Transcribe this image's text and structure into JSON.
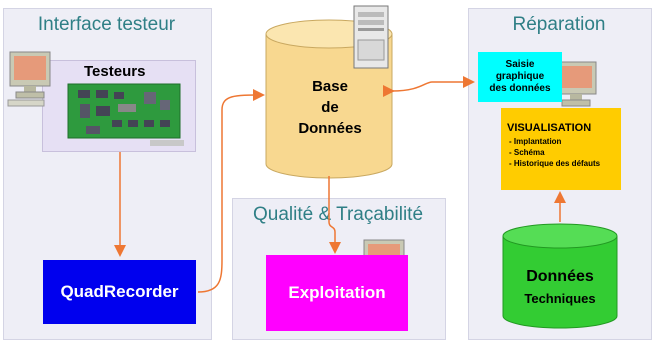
{
  "panels": {
    "left_title": "Interface testeur",
    "middle_title": "Qualité & Traçabilité",
    "right_title": "Réparation"
  },
  "testeurs": {
    "label": "Testeurs"
  },
  "quadrecorder": {
    "label": "QuadRecorder"
  },
  "database": {
    "line1": "Base",
    "line2": "de",
    "line3": "Données"
  },
  "exploitation": {
    "label": "Exploitation"
  },
  "saisie": {
    "line1": "Saisie",
    "line2": "graphique",
    "line3": "des données"
  },
  "visualisation": {
    "title": "VISUALISATION",
    "items": [
      "- Implantation",
      "- Schéma",
      "- Historique des défauts"
    ]
  },
  "donnees_techniques": {
    "line1": "Données",
    "line2": "Techniques"
  },
  "colors": {
    "arrow": "#ee7733",
    "quadrecorder": "#0000ee",
    "exploitation": "#ff00ff",
    "database": "#f8d890",
    "saisie": "#00ffff",
    "visualisation": "#ffcc00",
    "donnees_techniques": "#33cc33"
  }
}
